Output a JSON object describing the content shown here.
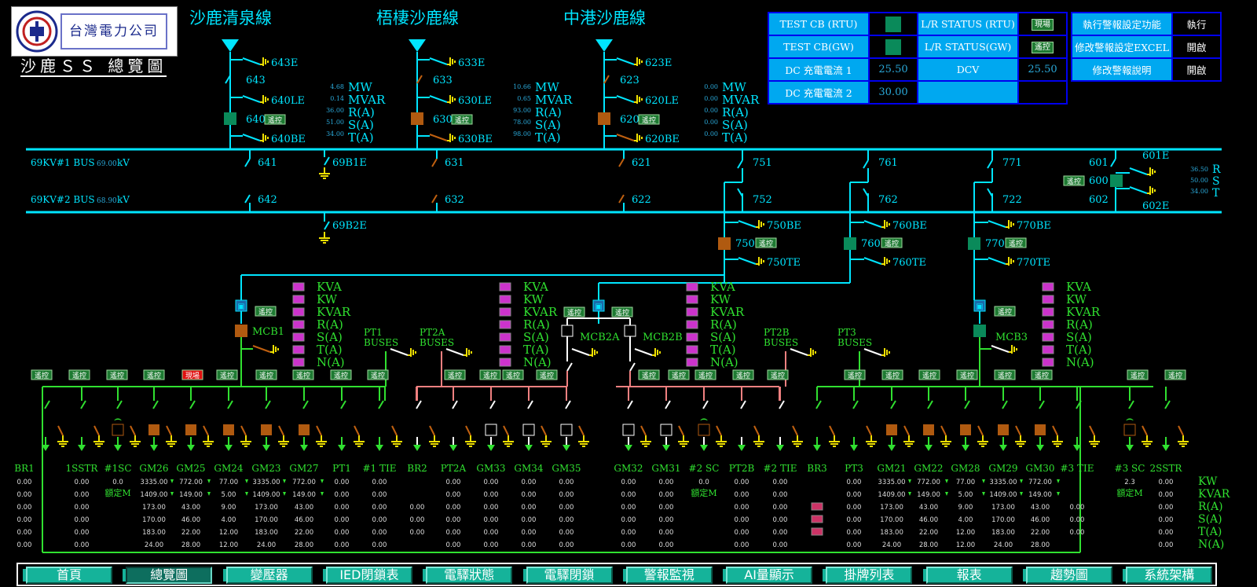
{
  "header": {
    "logo_text": "台灣電力公司",
    "title": "沙鹿ＳＳ 總覽圖"
  },
  "control_table": {
    "rows": [
      {
        "label1": "TEST CB (RTU)",
        "label2": "L/R STATUS (RTU)",
        "status2": "現場",
        "label3": "執行警報設定功能",
        "value3": "執行"
      },
      {
        "label1": "TEST CB(GW)",
        "label2": "L/R STATUS(GW)",
        "status2": "遙控",
        "label3": "修改警報設定EXCEL",
        "value3": "開啟"
      },
      {
        "label1": "DC 充電電流 1",
        "value1": "25.50",
        "label2": "DCV",
        "value2": "25.50",
        "label3": "修改警報說明",
        "value3": "開啟"
      },
      {
        "label1": "DC 充電電流 2",
        "value1": "30.00"
      }
    ]
  },
  "lines": [
    {
      "name": "沙鹿清泉線",
      "ground": "643E",
      "switch": "643",
      "le": "640LE",
      "breaker": "640",
      "be": "640BE",
      "bus1": "641",
      "bus2": "642",
      "mw": "4.68",
      "mvar": "0.14",
      "r": "36.00",
      "s": "51.00",
      "t": "34.00",
      "brk_color": "#0a8a5a"
    },
    {
      "name": "梧棲沙鹿線",
      "ground": "633E",
      "switch": "633",
      "le": "630LE",
      "breaker": "630",
      "be": "630BE",
      "bus1": "631",
      "bus2": "632",
      "mw": "10.66",
      "mvar": "0.65",
      "r": "93.00",
      "s": "78.00",
      "t": "98.00",
      "brk_color": "#b05a10"
    },
    {
      "name": "中港沙鹿線",
      "ground": "623E",
      "switch": "623",
      "le": "620LE",
      "breaker": "620",
      "be": "620BE",
      "bus1": "621",
      "bus2": "622",
      "mw": "0.00",
      "mvar": "0.00",
      "r": "0.00",
      "s": "0.00",
      "t": "0.00",
      "brk_color": "#b05a10"
    }
  ],
  "meas_labels": [
    "MW",
    "MVAR",
    "R(A)",
    "S(A)",
    "T(A)"
  ],
  "buses": {
    "bus1_label": "69KV#1 BUS",
    "bus1_kv": "69.00",
    "unit": "kV",
    "bus2_label": "69KV#2 BUS",
    "bus2_kv": "68.90",
    "b1e": "69B1E",
    "b2e": "69B2E"
  },
  "transformers": [
    {
      "top": "751",
      "mid": "752",
      "be": "750BE",
      "brk": "750",
      "te": "750TE",
      "brk_color": "#b05a10"
    },
    {
      "top": "761",
      "mid": "762",
      "be": "760BE",
      "brk": "760",
      "te": "760TE",
      "brk_color": "#0a8a5a"
    },
    {
      "top": "771",
      "mid": "722",
      "be": "770BE",
      "brk": "770",
      "te": "770TE",
      "brk_color": "#0a8a5a"
    }
  ],
  "tr600": {
    "s601": "601",
    "e601": "601E",
    "brk": "600",
    "s602": "602",
    "e602": "602E",
    "r": "36.50",
    "s": "50.00",
    "t": "34.00",
    "rl": "R",
    "sl": "S",
    "tl": "T"
  },
  "lv_meas_labels": [
    "KVA",
    "KW",
    "KVAR",
    "R(A)",
    "S(A)",
    "T(A)",
    "N(A)"
  ],
  "mcb": {
    "m1": "MCB1",
    "m2a": "MCB2A",
    "m2b": "MCB2B",
    "m3": "MCB3"
  },
  "pt_labels": {
    "pt1": "PT1",
    "pt2a": "PT2A",
    "pt2b": "PT2B",
    "pt3": "PT3",
    "buses": "BUSES"
  },
  "badges": {
    "remote": "遙控",
    "local": "現場",
    "rated": "額定M"
  },
  "feeders": [
    {
      "name": "BR1",
      "v": [
        "0.00",
        "0.00",
        "0.00",
        "0.00",
        "0.00",
        "0.00"
      ]
    },
    {
      "name": "1SSTR",
      "v": [
        "0.00",
        "0.00",
        "0.00",
        "0.00",
        "0.00",
        "0.00"
      ]
    },
    {
      "name": "#1SC",
      "v": [
        "0.0",
        "",
        "",
        "",
        "",
        ""
      ],
      "rated": true
    },
    {
      "name": "GM26",
      "v": [
        "3335.00",
        "1409.00",
        "173.00",
        "170.00",
        "183.00",
        "24.00"
      ],
      "arrow": true
    },
    {
      "name": "GM25",
      "v": [
        "772.00",
        "149.00",
        "43.00",
        "46.00",
        "22.00",
        "28.00"
      ],
      "arrow": true
    },
    {
      "name": "GM24",
      "v": [
        "77.00",
        "5.00",
        "9.00",
        "4.00",
        "12.00",
        "12.00"
      ],
      "arrow": true
    },
    {
      "name": "GM23",
      "v": [
        "3335.00",
        "1409.00",
        "173.00",
        "170.00",
        "183.00",
        "24.00"
      ],
      "arrow": true
    },
    {
      "name": "GM27",
      "v": [
        "772.00",
        "149.00",
        "43.00",
        "46.00",
        "22.00",
        "28.00"
      ],
      "arrow": true
    },
    {
      "name": "PT1",
      "v": [
        "0.00",
        "0.00",
        "0.00",
        "0.00",
        "0.00",
        "0.00"
      ]
    },
    {
      "name": "#1 TIE",
      "v": [
        "0.00",
        "0.00",
        "0.00",
        "0.00",
        "0.00",
        "0.00"
      ]
    },
    {
      "name": "BR2",
      "v": [
        "",
        "",
        "0.00",
        "0.00",
        "0.00",
        ""
      ]
    },
    {
      "name": "PT2A",
      "v": [
        "0.00",
        "0.00",
        "0.00",
        "0.00",
        "0.00",
        "0.00"
      ]
    },
    {
      "name": "GM33",
      "v": [
        "0.00",
        "0.00",
        "0.00",
        "0.00",
        "0.00",
        "0.00"
      ]
    },
    {
      "name": "GM34",
      "v": [
        "0.00",
        "0.00",
        "0.00",
        "0.00",
        "0.00",
        "0.00"
      ]
    },
    {
      "name": "GM35",
      "v": [
        "0.00",
        "0.00",
        "0.00",
        "0.00",
        "0.00",
        "0.00"
      ]
    },
    {
      "name": "GM32",
      "v": [
        "0.00",
        "0.00",
        "0.00",
        "0.00",
        "0.00",
        "0.00"
      ]
    },
    {
      "name": "GM31",
      "v": [
        "0.00",
        "0.00",
        "0.00",
        "0.00",
        "0.00",
        "0.00"
      ]
    },
    {
      "name": "#2 SC",
      "v": [
        "0.0",
        "",
        "",
        "",
        "",
        ""
      ],
      "rated": true
    },
    {
      "name": "PT2B",
      "v": [
        "0.00",
        "0.00",
        "0.00",
        "0.00",
        "0.00",
        "0.00"
      ]
    },
    {
      "name": "#2 TIE",
      "v": [
        "0.00",
        "0.00",
        "0.00",
        "0.00",
        "0.00",
        "0.00"
      ]
    },
    {
      "name": "BR3",
      "v": [
        "",
        "",
        "",
        "",
        "",
        ""
      ],
      "alarms": true
    },
    {
      "name": "PT3",
      "v": [
        "0.00",
        "0.00",
        "0.00",
        "0.00",
        "0.00",
        "0.00"
      ]
    },
    {
      "name": "GM21",
      "v": [
        "3335.00",
        "1409.00",
        "173.00",
        "170.00",
        "183.00",
        "24.00"
      ],
      "arrow": true
    },
    {
      "name": "GM22",
      "v": [
        "772.00",
        "149.00",
        "43.00",
        "46.00",
        "22.00",
        "28.00"
      ],
      "arrow": true
    },
    {
      "name": "GM28",
      "v": [
        "77.00",
        "5.00",
        "9.00",
        "4.00",
        "12.00",
        "12.00"
      ],
      "arrow": true
    },
    {
      "name": "GM29",
      "v": [
        "3335.00",
        "1409.00",
        "173.00",
        "170.00",
        "183.00",
        "24.00"
      ],
      "arrow": true
    },
    {
      "name": "GM30",
      "v": [
        "772.00",
        "149.00",
        "43.00",
        "46.00",
        "22.00",
        "28.00"
      ],
      "arrow": true
    },
    {
      "name": "#3 TIE",
      "v": [
        "",
        "",
        "0.00",
        "0.00",
        "0.00",
        ""
      ]
    },
    {
      "name": "#3 SC",
      "v": [
        "2.3",
        "",
        "",
        "",
        "",
        ""
      ],
      "rated": true
    },
    {
      "name": "2SSTR",
      "v": [
        "0.00",
        "0.00",
        "0.00",
        "0.00",
        "0.00",
        "0.00"
      ]
    }
  ],
  "feeder_meas_labels": [
    "KW",
    "KVAR",
    "R(A)",
    "S(A)",
    "T(A)",
    "N(A)"
  ],
  "nav": [
    "首頁",
    "總覽圖",
    "變壓器",
    "IED閉鎖表",
    "電驛狀態",
    "電驛閉鎖",
    "警報監視",
    "AI量顯示",
    "掛牌列表",
    "報表",
    "趨勢圖",
    "系統架構"
  ],
  "nav_selected": 1,
  "colors": {
    "cyan": "#00e5ff",
    "green": "#30e030",
    "pink": "#f08080",
    "yellow": "#f0e000",
    "orange": "#c06010",
    "breaker_green": "#0a8a5a"
  }
}
